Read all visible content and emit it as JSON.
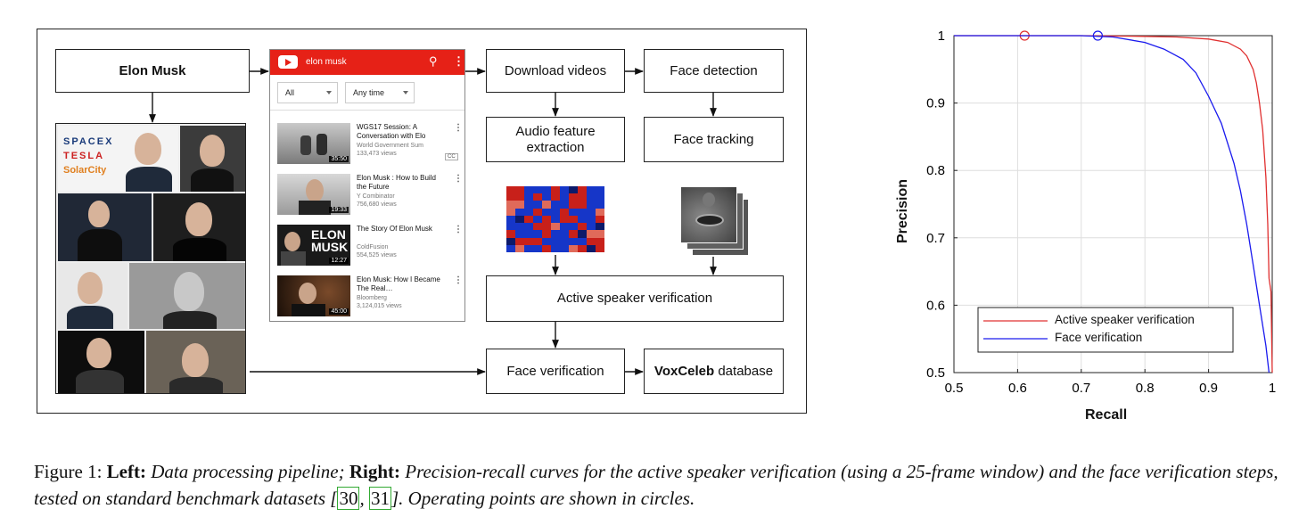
{
  "pipeline": {
    "query_box": "Elon Musk",
    "download": "Download videos",
    "face_detection": "Face detection",
    "audio_feature": "Audio feature extraction",
    "face_tracking": "Face tracking",
    "active_speaker": "Active speaker verification",
    "face_verification": "Face verification",
    "voxceleb_bold": "VoxCeleb",
    "voxceleb_rest": " database"
  },
  "collage": {
    "logos": [
      "SPACEX",
      "TESLA",
      "SolarCity"
    ]
  },
  "youtube": {
    "query": "elon musk",
    "filter_all": "All",
    "filter_time": "Any time",
    "videos": [
      {
        "title": "WGS17 Session: A Conversation with Elo",
        "channel": "World Government Sum",
        "views": "133,473 views",
        "duration": "35:50",
        "cc": "CC"
      },
      {
        "title": "Elon Musk : How to Build the Future",
        "channel": "Y Combinator",
        "views": "756,680 views",
        "duration": "19:33"
      },
      {
        "title": "The Story Of Elon Musk",
        "channel": "ColdFusion",
        "views": "554,525 views",
        "duration": "12:27",
        "thumb_text": "ELON MUSK"
      },
      {
        "title": "Elon Musk: How I Became The Real…",
        "channel": "Bloomberg",
        "views": "3,124,015 views",
        "duration": "45:00"
      }
    ]
  },
  "colors": {
    "youtube_red": "#e62117",
    "asv_line": "#e03030",
    "face_line": "#1a1aee"
  },
  "chart_data": {
    "type": "line",
    "xlabel": "Recall",
    "ylabel": "Precision",
    "xlim": [
      0.5,
      1
    ],
    "ylim": [
      0.5,
      1
    ],
    "xticks": [
      "0.5",
      "0.6",
      "0.7",
      "0.8",
      "0.9",
      "1"
    ],
    "yticks": [
      "0.5",
      "0.6",
      "0.7",
      "0.8",
      "0.9",
      "1"
    ],
    "grid": true,
    "legend_position": "bottom-left",
    "series": [
      {
        "name": "Active speaker verification",
        "color": "#e03030",
        "x": [
          0.5,
          0.7,
          0.8,
          0.85,
          0.9,
          0.93,
          0.95,
          0.96,
          0.97,
          0.975,
          0.98,
          0.985,
          0.99,
          0.993,
          0.995,
          0.998,
          1.0
        ],
        "y": [
          1.0,
          1.0,
          0.999,
          0.998,
          0.995,
          0.99,
          0.98,
          0.97,
          0.95,
          0.93,
          0.9,
          0.86,
          0.79,
          0.72,
          0.64,
          0.62,
          0.5
        ],
        "operating_point": [
          0.611,
          1.0
        ]
      },
      {
        "name": "Face verification",
        "color": "#1a1aee",
        "x": [
          0.5,
          0.7,
          0.75,
          0.8,
          0.83,
          0.86,
          0.88,
          0.9,
          0.92,
          0.94,
          0.95,
          0.96,
          0.97,
          0.98,
          0.99,
          0.995
        ],
        "y": [
          1.0,
          1.0,
          0.998,
          0.99,
          0.98,
          0.965,
          0.945,
          0.91,
          0.87,
          0.81,
          0.77,
          0.72,
          0.66,
          0.6,
          0.54,
          0.5
        ],
        "operating_point": [
          0.726,
          1.0
        ]
      }
    ]
  },
  "caption": {
    "label": "Figure 1: ",
    "left_bold": "Left:",
    "left_text": " Data processing pipeline; ",
    "right_bold": "Right:",
    "right_text": " Precision-recall curves for the active speaker verification (using a 25-frame window) and the face verification steps, tested on standard benchmark datasets [",
    "cite1": "30",
    "sep": ", ",
    "cite2": "31",
    "end": "]. Operating points are shown in circles."
  }
}
